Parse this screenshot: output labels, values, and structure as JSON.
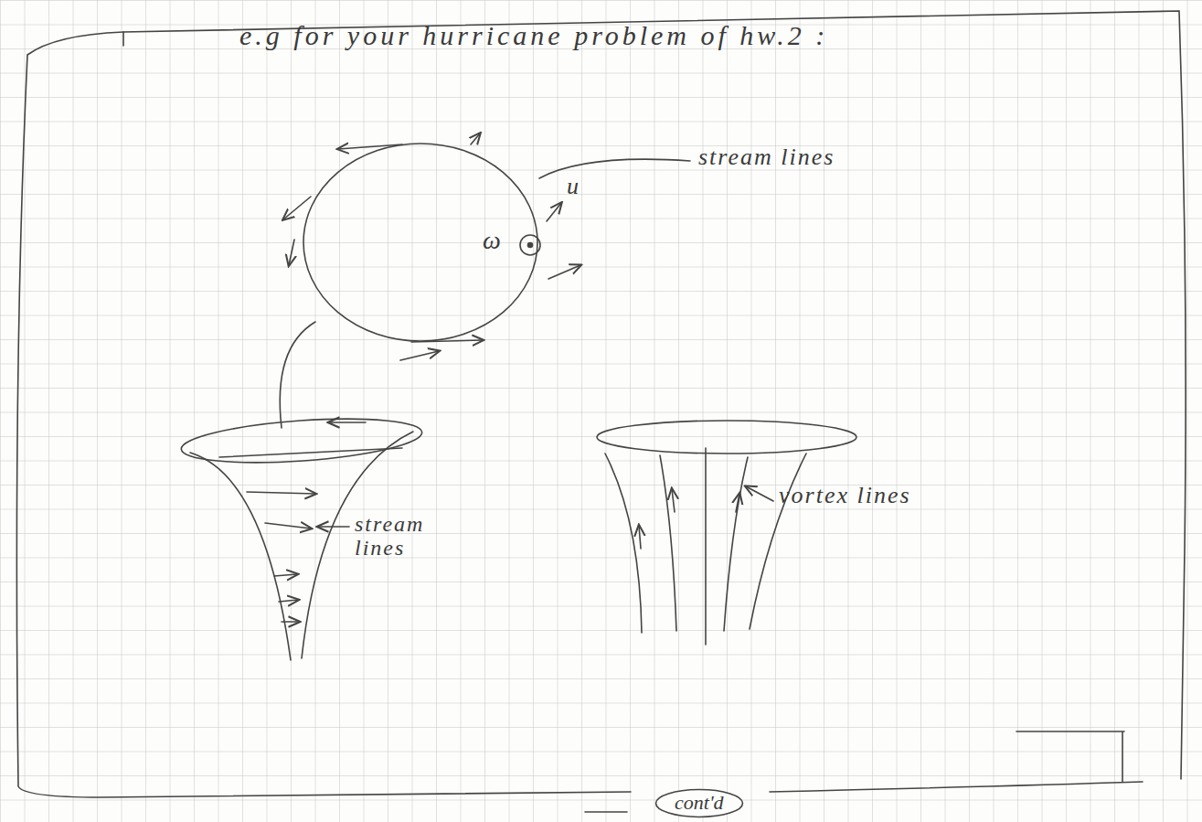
{
  "diagram": {
    "title": "e.g for your hurricane problem of hw.2 :",
    "nodes": [
      {
        "text": [
          "cont'd"
        ]
      }
    ],
    "labels": [
      "stream lines",
      "ω⃗",
      "u⃗",
      "stream lines",
      "vortex lines"
    ]
  }
}
